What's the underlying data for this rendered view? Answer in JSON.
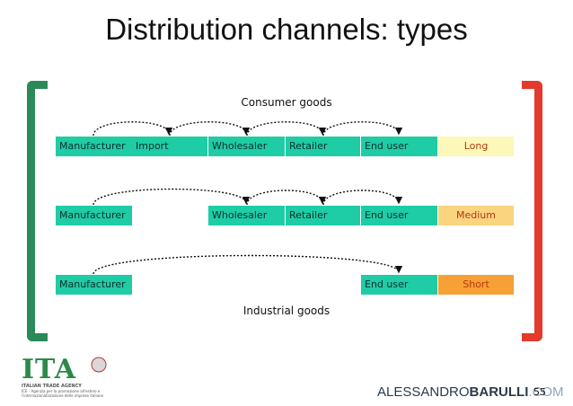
{
  "slide": {
    "title": "Distribution channels: types",
    "top_label": "Consumer goods",
    "bottom_label": "Industrial goods",
    "page_number": "55"
  },
  "rows": [
    {
      "cells": [
        "Manufacturer",
        "Import",
        "Wholesaler",
        "Retailer",
        "End user"
      ],
      "length": "Long",
      "length_color": "#fbf8b8"
    },
    {
      "cells": [
        "Manufacturer",
        "Wholesaler",
        "Retailer",
        "End user"
      ],
      "length": "Medium",
      "length_color": "#fbd480"
    },
    {
      "cells": [
        "Manufacturer",
        "End user"
      ],
      "length": "Short",
      "length_color": "#f7a035"
    }
  ],
  "colors": {
    "cell_bg": "#1ecca6",
    "bracket_left": "#2a8a58",
    "bracket_right": "#e23a2c"
  },
  "logo": {
    "name": "ITA",
    "agency": "ITALIAN TRADE AGENCY",
    "sub": "ICE - Agenzia per la promozione all'estero e l'internazionalizzazione delle imprese italiane"
  },
  "brand": {
    "part1": "ALESSANDRO",
    "part2": "BARULLI",
    "part3": ".COM"
  }
}
